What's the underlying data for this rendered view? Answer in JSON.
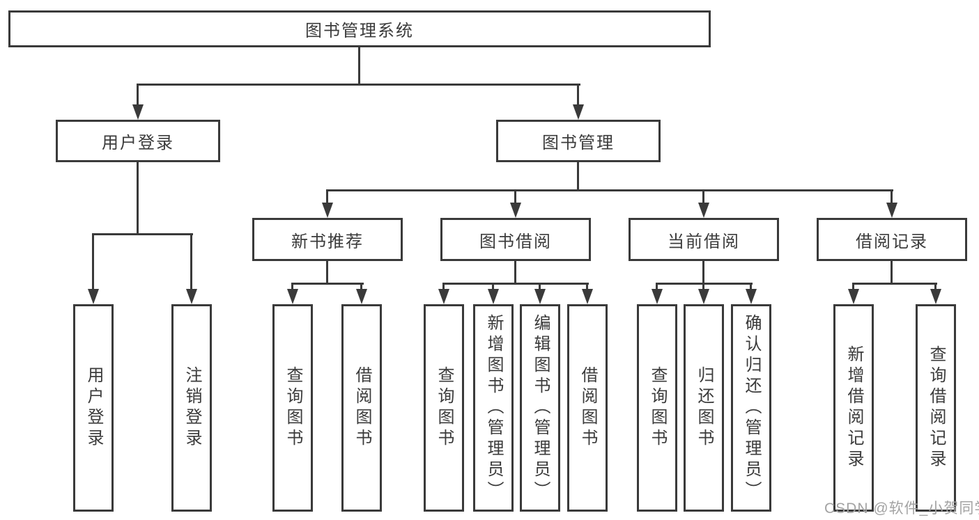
{
  "colors": {
    "line": "#3a3a3a",
    "text": "#3b3b3b",
    "box_fill": "#ffffff",
    "background": "#ffffff",
    "watermark": "#a3a3a3"
  },
  "watermark": {
    "text": "CSDN @软件_小贺同学"
  },
  "tree": {
    "root": {
      "label": "图书管理系统"
    },
    "branches": [
      {
        "label": "用户登录",
        "children": [
          {
            "label": "用户登录"
          },
          {
            "label": "注销登录"
          }
        ]
      },
      {
        "label": "图书管理",
        "children": [
          {
            "label": "新书推荐",
            "children": [
              {
                "label": "查询图书"
              },
              {
                "label": "借阅图书"
              }
            ]
          },
          {
            "label": "图书借阅",
            "children": [
              {
                "label": "查询图书"
              },
              {
                "label": "新增图书（管理员）"
              },
              {
                "label": "编辑图书（管理员）"
              },
              {
                "label": "借阅图书"
              }
            ]
          },
          {
            "label": "当前借阅",
            "children": [
              {
                "label": "查询图书"
              },
              {
                "label": "归还图书"
              },
              {
                "label": "确认归还（管理员）"
              }
            ]
          },
          {
            "label": "借阅记录",
            "children": [
              {
                "label": "新增借阅记录"
              },
              {
                "label": "查询借阅记录"
              }
            ]
          }
        ]
      }
    ]
  }
}
